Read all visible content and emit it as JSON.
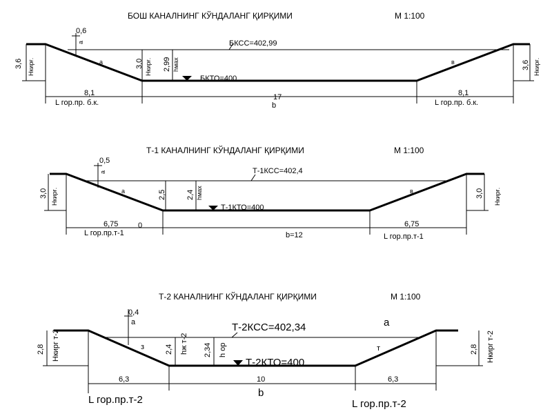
{
  "sections": [
    {
      "id": "bosh",
      "title": "БОШ КАНАЛНИНГ КЎНДАЛАНГ ҚИРҚИМИ",
      "scale": "М  1:100",
      "top_label": "БКСС=402,99",
      "bottom_label": "БКТО=400",
      "left_height": "3,6",
      "left_height_sub": "Нкирғ.",
      "right_height": "3,6",
      "right_height_sub": "Нкирғ.",
      "inner_depth_1": "3,0",
      "inner_depth_1_sub": "Нкирғ.",
      "inner_depth_2": "2,99",
      "inner_depth_2_sub": "hмах",
      "freeboard": "0,6",
      "freeboard_sub": "a",
      "left_slope": "a",
      "right_slope": "в",
      "left_width": "8,1",
      "left_width_sub": "L гор.пр. б.к.",
      "bottom_width": "17",
      "bottom_width_sub": "b",
      "right_width": "8,1",
      "right_width_sub": "L гор.пр. б.к."
    },
    {
      "id": "t1",
      "title": "Т-1 КАНАЛНИНГ КЎНДАЛАНГ ҚИРҚИМИ",
      "scale": "М  1:100",
      "top_label": "Т-1КСС=402,4",
      "bottom_label": "Т-1КТО=400",
      "left_height": "3,0",
      "left_height_sub": "Нкирғ.",
      "right_height": "3,0",
      "right_height_sub": "Нкирғ.",
      "inner_depth_1": "2,5",
      "inner_depth_1_sub": "",
      "inner_depth_2": "2,4",
      "inner_depth_2_sub": "hмах",
      "freeboard": "0,5",
      "freeboard_sub": "a",
      "left_slope": "a",
      "right_slope": "в",
      "left_width": "6,75",
      "left_width_sub": "L гор.пр.т-1",
      "left_width_extra": "0",
      "bottom_width": "b=12",
      "bottom_width_sub": "",
      "right_width": "6,75",
      "right_width_sub": "L гор.пр.т-1"
    },
    {
      "id": "t2",
      "title": "Т-2 КАНАЛНИНГ КЎНДАЛАНГ ҚИРҚИМИ",
      "scale": "М    1:100",
      "top_label": "Т-2КСС=402,34",
      "top_label_extra": "а",
      "bottom_label": "Т-2КТО=400",
      "left_height": "2,8",
      "left_height_sub": "Нкирг т-2",
      "right_height": "2,8",
      "right_height_sub": "Нкирг т-2",
      "inner_depth_1": "2,4",
      "inner_depth_1_sub": "hж т-2",
      "inner_depth_2": "2,34",
      "inner_depth_2_sub": "h ор",
      "freeboard": "0,4",
      "freeboard_sub": "а",
      "left_slope": "з",
      "right_slope": "т",
      "left_width": "6,3",
      "left_width_sub": "L гор.пр.т-2",
      "bottom_width": "10",
      "bottom_width_sub": "b",
      "right_width": "6,3",
      "right_width_sub": "L гор.пр.т-2"
    }
  ]
}
